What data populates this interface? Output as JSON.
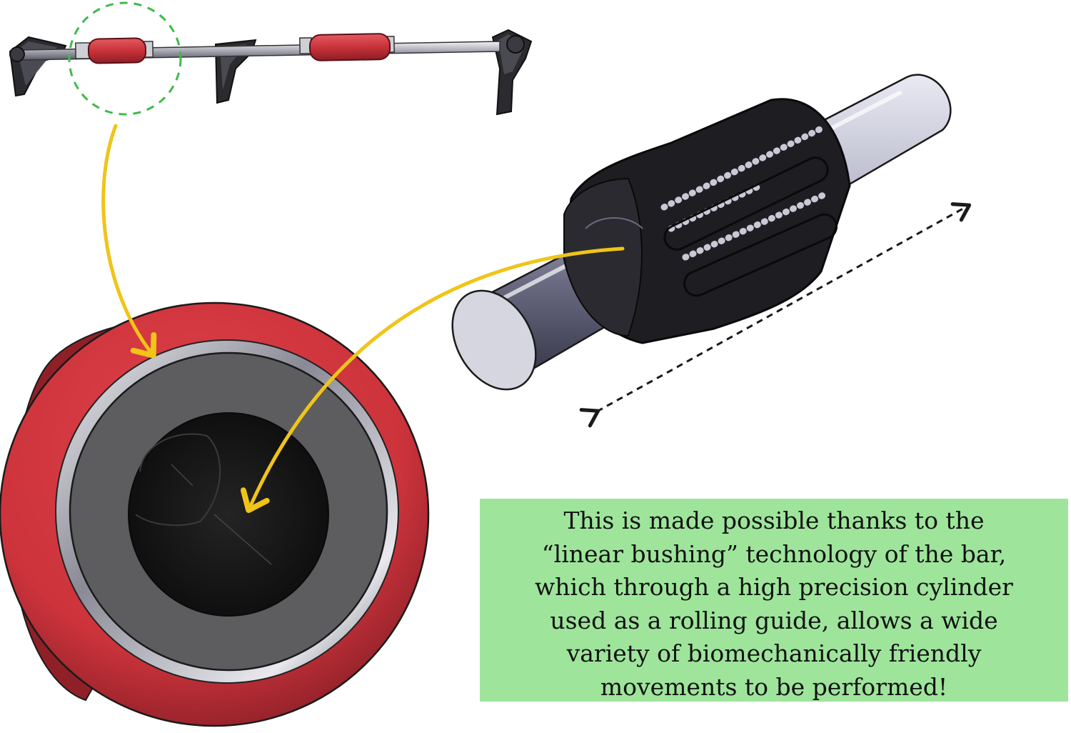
{
  "caption": {
    "lines": [
      "This is made possible thanks to the",
      "“linear bushing” technology of the bar,",
      "which through a high precision cylinder",
      "used as a rolling guide, allows a wide",
      "variety of biomechanically friendly",
      "movements to be performed!"
    ]
  },
  "colors": {
    "caption_background": "#9ee59b",
    "grip_red": "#c9323a",
    "highlight_circle": "#3dbb4a",
    "pointer_arrow": "#f0c419",
    "bushing_black": "#1e1e22",
    "rod_steel": "#8a8aa0"
  },
  "icons": {
    "pull_up_bar": "pull-up-bar-illustration",
    "bushing": "linear-bushing-illustration",
    "grip_end": "grip-end-closeup-illustration",
    "travel_arrow": "double-headed-dashed-arrow",
    "pointer_1": "curved-yellow-arrow",
    "pointer_2": "curved-yellow-arrow"
  }
}
